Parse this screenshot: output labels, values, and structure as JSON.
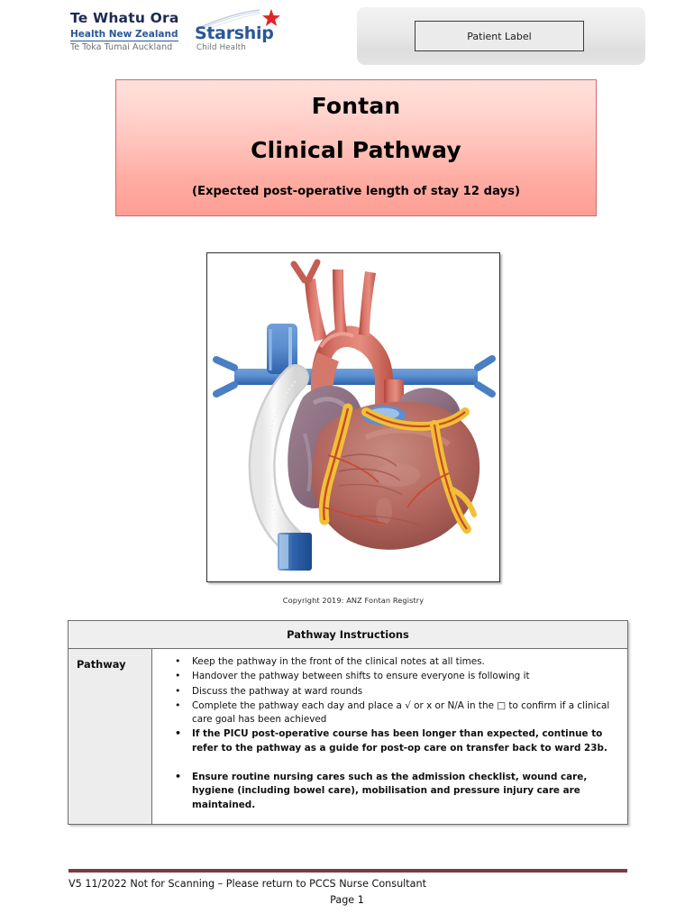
{
  "header": {
    "org_logo": {
      "main": "Te Whatu Ora",
      "sub": "Health New Zealand",
      "sub2": "Te Toka Tumai Auckland"
    },
    "starship_logo": {
      "name": "Starship",
      "sub": "Child Health",
      "star_icon": "star-icon",
      "swoosh_icon": "swoosh-icon"
    },
    "patient_label": {
      "text": "Patient Label"
    }
  },
  "title_banner": {
    "line1": "Fontan",
    "line2": "Clinical Pathway",
    "subtitle": "(Expected post-operative length of stay 12 days)"
  },
  "figure": {
    "alt": "heart-anatomy-fontan-diagram",
    "caption": "Copyright 2019: ANZ Fontan Registry"
  },
  "instructions": {
    "header": "Pathway Instructions",
    "row_label": "Pathway",
    "bullets": [
      {
        "text": "Keep the pathway in the front of the clinical notes at all times.",
        "bold": false,
        "spaced": false
      },
      {
        "text": "Handover the pathway between shifts to ensure everyone is following it",
        "bold": false,
        "spaced": false
      },
      {
        "text": "Discuss the pathway at ward rounds",
        "bold": false,
        "spaced": false
      },
      {
        "text": "Complete the pathway each day and place a √ or x or N/A in the □ to confirm if a clinical care goal has been achieved",
        "bold": false,
        "spaced": false
      },
      {
        "text": "If the PICU post-operative course has been longer than expected, continue to refer to the pathway as a guide for post-op care on transfer back to ward 23b.",
        "bold": true,
        "spaced": false
      },
      {
        "text": "Ensure routine nursing cares such as the admission checklist, wound care, hygiene (including bowel care), mobilisation and pressure injury care are maintained.",
        "bold": true,
        "spaced": true
      }
    ]
  },
  "footer": {
    "version_line": "V5 11/2022 Not for Scanning – Please return to PCCS Nurse Consultant",
    "page_number": "Page 1"
  },
  "colors": {
    "banner_border": "#d06a6a",
    "banner_top": "#ffe0dc",
    "banner_bottom": "#ff9e94",
    "brand_navy": "#1d2a52",
    "brand_blue": "#2a5699",
    "brand_gray": "#6c6f76",
    "star_red": "#e0242b",
    "footer_rule": "#7b3b42",
    "table_border": "#6d6d6d",
    "table_header_bg": "#efefef"
  }
}
